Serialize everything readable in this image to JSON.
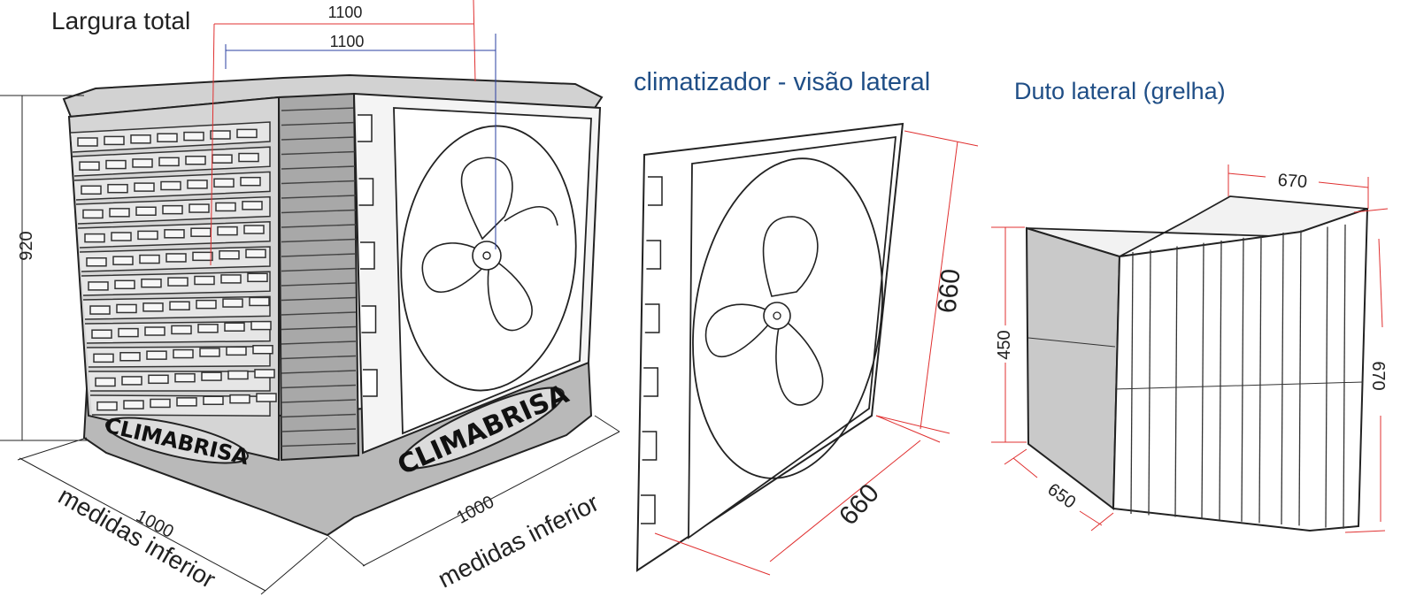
{
  "headings": {
    "total_width": "Largura total",
    "side_view": "climatizador - visão lateral",
    "side_duct": "Duto lateral (grelha)"
  },
  "brand": "CLIMABRISA",
  "cooler": {
    "top_total": "1100",
    "top_inner": "1100",
    "height": "920",
    "base_left_value": "1000",
    "base_left_label": "medidas inferior",
    "base_right_value": "1000",
    "base_right_label": "medidas inferior"
  },
  "side_panel": {
    "height": "660",
    "width": "660"
  },
  "duct": {
    "top": "670",
    "left_height": "450",
    "right_height": "670",
    "bottom_depth": "650"
  },
  "colors": {
    "dimension_line": "#e03030",
    "guide_line": "#2a3fa0",
    "heading_blue": "#1f4e86",
    "body_fill": "#c8c8c8",
    "body_dark": "#9e9e9e",
    "outline": "#222222"
  }
}
